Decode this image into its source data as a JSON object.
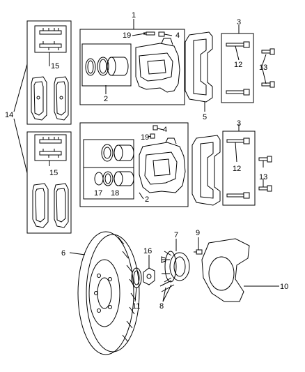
{
  "diagram": {
    "callouts": {
      "c1": "1",
      "c2_upper": "2",
      "c2_lower": "2",
      "c3_upper": "3",
      "c3_lower": "3",
      "c4_upper": "4",
      "c4_lower": "4",
      "c5": "5",
      "c6": "6",
      "c7": "7",
      "c8": "8",
      "c9": "9",
      "c10": "10",
      "c11": "11",
      "c12_upper": "12",
      "c12_lower": "12",
      "c13_upper": "13",
      "c13_lower": "13",
      "c14": "14",
      "c15_upper": "15",
      "c15_lower": "15",
      "c16": "16",
      "c17": "17",
      "c18": "18",
      "c19_upper": "19",
      "c19_lower": "19"
    },
    "colors": {
      "line": "#000000",
      "background": "#ffffff"
    }
  }
}
